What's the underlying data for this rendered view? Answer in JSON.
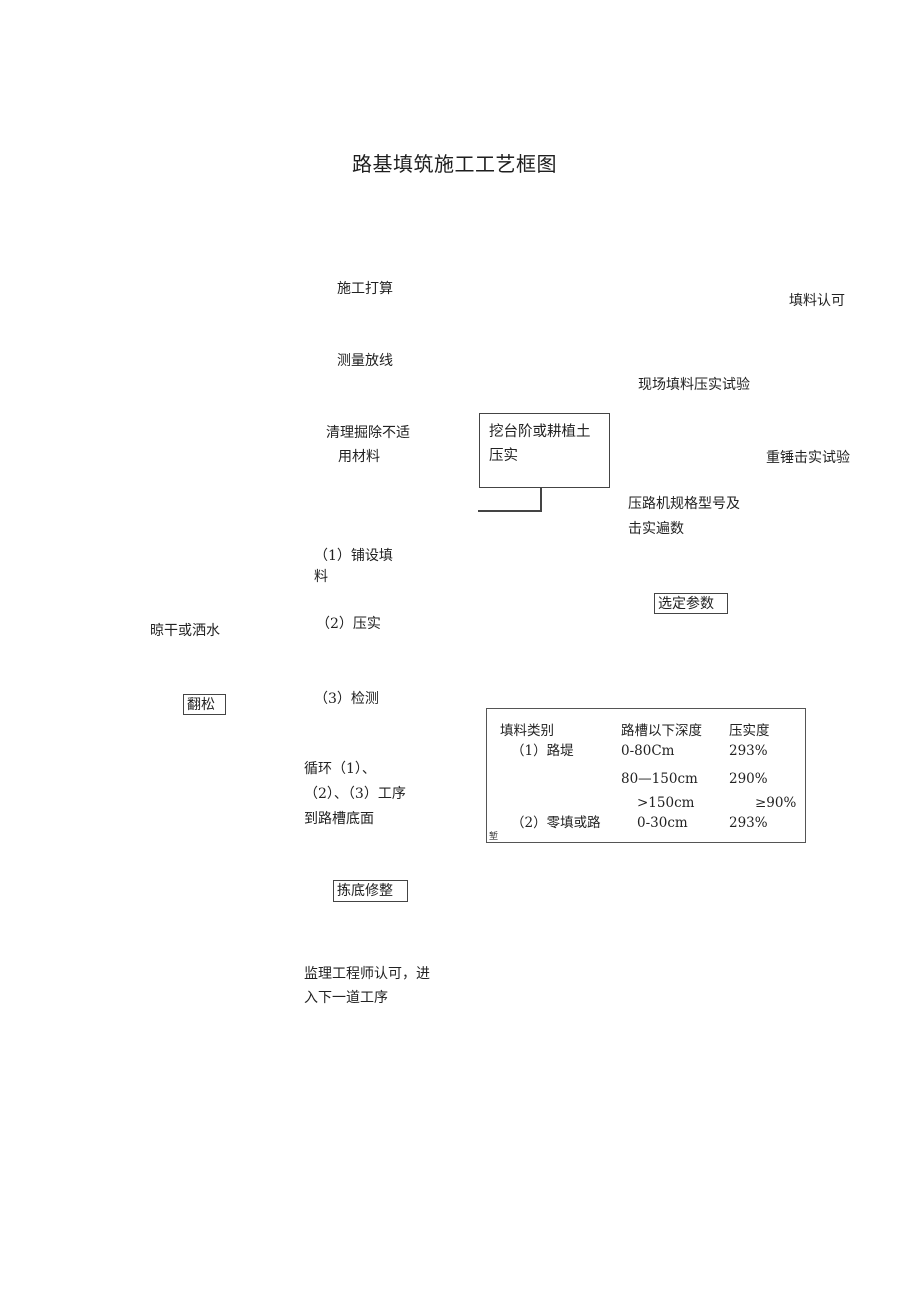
{
  "title": "路基填筑施工工艺框图",
  "main_flow": {
    "step_plan": "施工打算",
    "step_survey": "测量放线",
    "step_clear_line1": "清理掘除不适",
    "step_clear_line2": "用材料",
    "step_lay_line1": "（1）铺设填",
    "step_lay_line2": "料",
    "step_compact": "（2）压实",
    "step_test": "（3）检测",
    "step_loop_line1": "循环（1）、",
    "step_loop_line2": "（2）、（3）工序",
    "step_loop_line3": "到路槽底面",
    "step_trim": "拣底修整",
    "step_approve_line1": "监理工程师认可，进",
    "step_approve_line2": "入下一道工序"
  },
  "side_branch": {
    "bench_box_line1": "挖台阶或耕植土",
    "bench_box_line2": "压实"
  },
  "left_branch": {
    "dry_or_water": "晾干或洒水",
    "loosen": "翻松"
  },
  "right_branch": {
    "fill_approval": "填料认可",
    "field_test": "现场填料压实试验",
    "heavy_hammer_test": "重锤击实试验",
    "roller_spec_line1": "压路机规格型号及",
    "roller_spec_line2": "击实遍数",
    "select_params": "选定参数"
  },
  "compaction_table": {
    "headers": [
      "填料类别",
      "路槽以下深度",
      "压实度"
    ],
    "rows": [
      {
        "category": "（1）路堤",
        "depth": "0-80Cm",
        "compaction": "293%"
      },
      {
        "category": "",
        "depth": "80—150cm",
        "compaction": "290%"
      },
      {
        "category": "",
        "depth": ">150cm",
        "compaction": "≥90%"
      },
      {
        "category": "（2）零填或路",
        "depth": "0-30cm",
        "compaction": "293%"
      }
    ],
    "overflow_char": "堑"
  }
}
